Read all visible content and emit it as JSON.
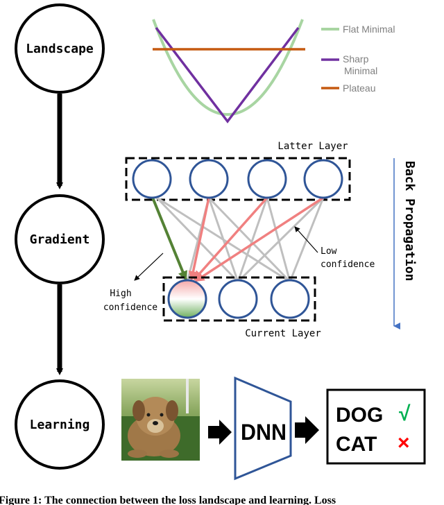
{
  "stages": {
    "landscape": "Landscape",
    "gradient": "Gradient",
    "learning": "Learning"
  },
  "legend": {
    "flat_minimal": "Flat Minimal",
    "sharp_line1": "Sharp",
    "sharp_line2": "Minimal",
    "plateau": "Plateau"
  },
  "network": {
    "latter_layer": "Latter Layer",
    "current_layer": "Current Layer",
    "low_line1": "Low",
    "low_line2": "confidence",
    "high_line1": "High",
    "high_line2": "confidence",
    "back_propagation": "Back Propagation"
  },
  "model": {
    "name": "DNN",
    "out1": "DOG",
    "out1_mark": "√",
    "out2": "CAT",
    "out2_mark": "×"
  },
  "caption": "Figure 1: The connection between the loss landscape and learning. Loss",
  "colors": {
    "flat": "#a8d5a2",
    "sharp": "#7030a0",
    "plateau": "#c55a11",
    "node_stroke": "#2f5597",
    "high_conf_edge": "#548235",
    "low_conf_edge": "#bfbfbf",
    "sharp_edge": "#f08080",
    "check": "#00b050",
    "cross": "#ff0000"
  }
}
